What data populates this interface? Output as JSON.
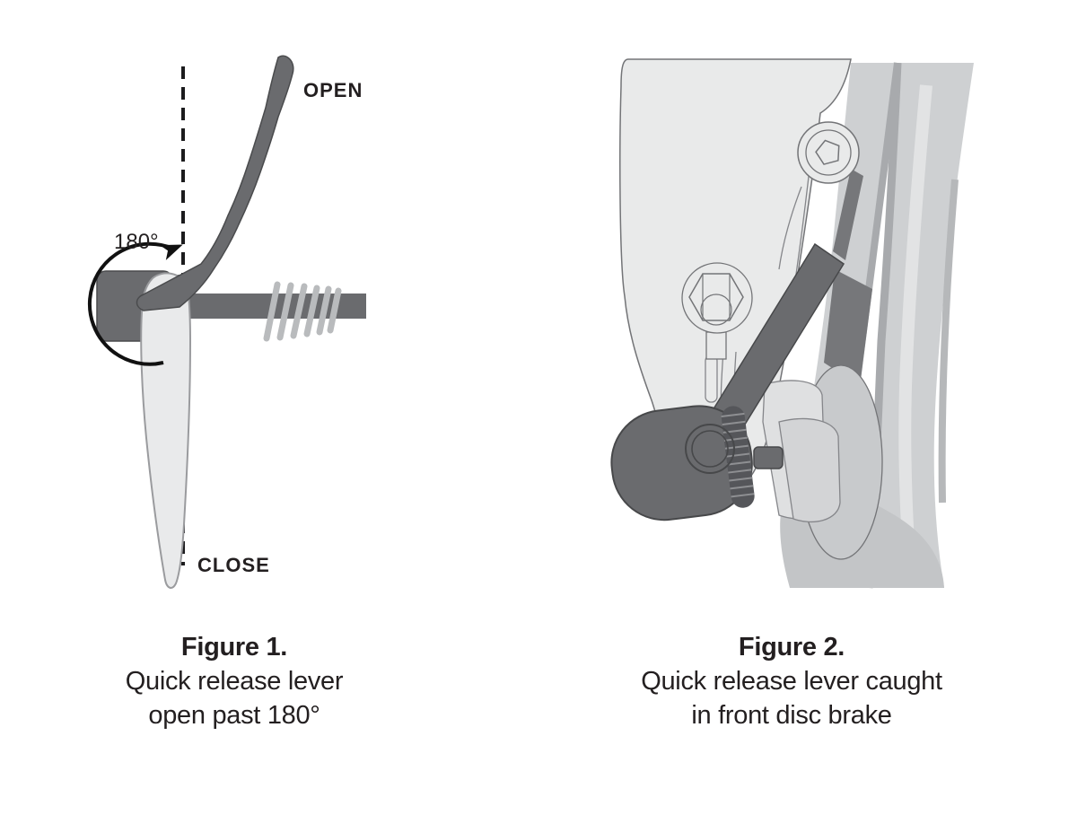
{
  "figure1": {
    "label_open": "OPEN",
    "label_close": "CLOSE",
    "label_angle": "180°",
    "caption_title": "Figure 1.",
    "caption_line1": "Quick release lever",
    "caption_line2": "open past 180°"
  },
  "figure2": {
    "caption_title": "Figure 2.",
    "caption_line1": "Quick release lever caught",
    "caption_line2": "in front disc brake"
  },
  "colors": {
    "lever_dark": "#6a6b6e",
    "lever_dark_stroke": "#47484a",
    "lever_light": "#e9eaeb",
    "lever_light_stroke": "#9a9b9e",
    "caliper_fill": "#e9eaea",
    "caliper_stroke": "#737477",
    "fork_fill": "#ced0d2",
    "fork_shadow": "#a8aaad",
    "hub_ring": "#c8cacc",
    "spring": "#b9bbbd",
    "ink": "#1d1d1f"
  }
}
